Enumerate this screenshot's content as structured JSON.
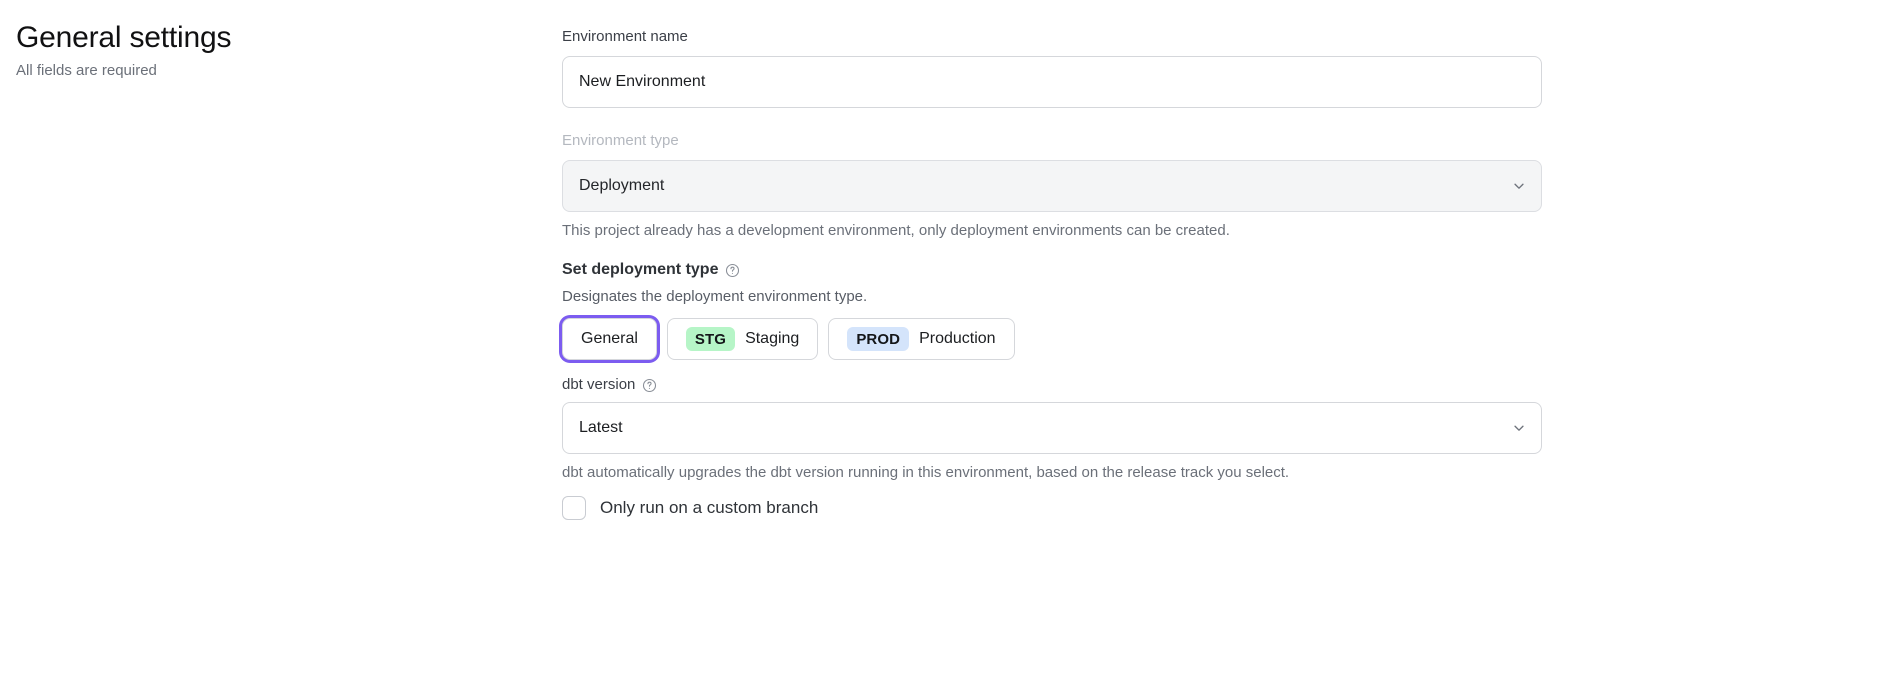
{
  "heading": {
    "title": "General settings",
    "subtitle": "All fields are required"
  },
  "form": {
    "environment_name": {
      "label": "Environment name",
      "value": "New Environment",
      "placeholder": "New Environment"
    },
    "environment_type": {
      "label": "Environment type",
      "value": "Deployment",
      "disabled": true,
      "helper": "This project already has a development environment, only deployment environments can be created.",
      "chevron_icon": "chevron-down-icon"
    },
    "deployment_type": {
      "label": "Set deployment type",
      "help_icon": "question-circle-icon",
      "description": "Designates the deployment environment type.",
      "options": [
        {
          "label": "General",
          "badge": null,
          "badge_color": null,
          "focused": true
        },
        {
          "label": "Staging",
          "badge": "STG",
          "badge_color": "#b6f5c7",
          "focused": false
        },
        {
          "label": "Production",
          "badge": "PROD",
          "badge_color": "#d4e4fb",
          "focused": false
        }
      ],
      "focus_ring_color": "#7c5cf0"
    },
    "dbt_version": {
      "label": "dbt version",
      "help_icon": "question-circle-icon",
      "value": "Latest",
      "helper": "dbt automatically upgrades the dbt version running in this environment, based on the release track you select.",
      "chevron_icon": "chevron-down-icon"
    },
    "custom_branch": {
      "label": "Only run on a custom branch",
      "checked": false
    }
  }
}
